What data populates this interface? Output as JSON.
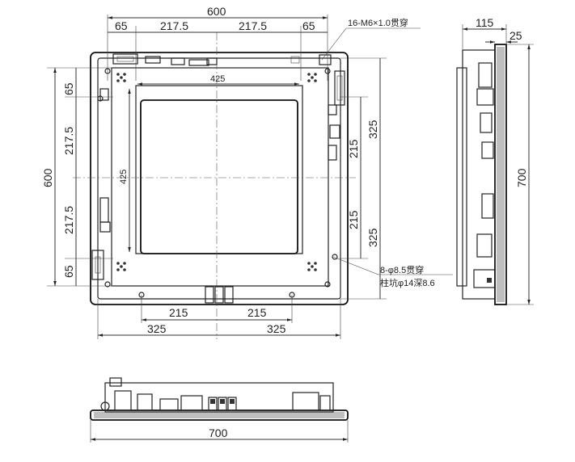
{
  "front_view": {
    "top_total": "600",
    "top_segments": [
      "65",
      "217.5",
      "217.5",
      "65"
    ],
    "inner_width": "425",
    "inner_height": "425",
    "left_total": "600",
    "left_segments": [
      "65",
      "217.5",
      "217.5",
      "65"
    ],
    "right_segments": [
      "325",
      "215",
      "215",
      "325"
    ],
    "bottom_inner": [
      "215",
      "215"
    ],
    "bottom_outer": [
      "325",
      "325"
    ],
    "note_thread": "16-M6×1.0贯穿",
    "note_hole_1": "8-φ8.5贯穿",
    "note_hole_2": "柱坑φ14深8.6"
  },
  "side_view": {
    "depth_total": "115",
    "flange": "25",
    "height": "700"
  },
  "bottom_view": {
    "width": "700"
  }
}
